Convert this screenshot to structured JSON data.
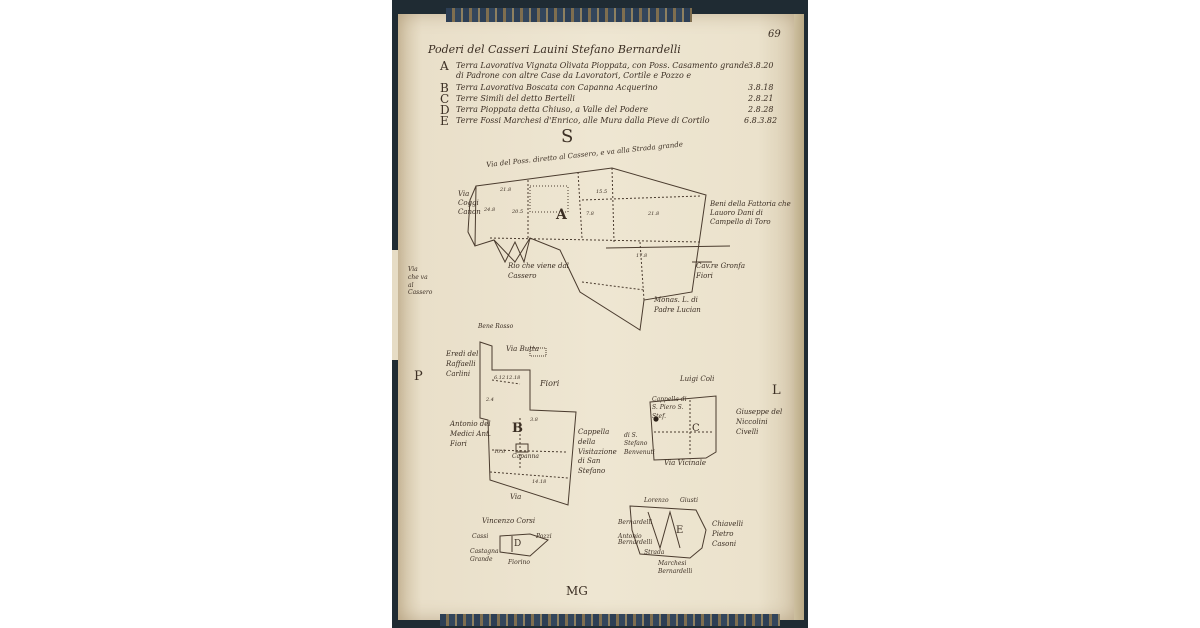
{
  "page_number": "69",
  "title": "Poderi del Casseri Lauini Stefano Bernardelli",
  "legend": [
    {
      "letter": "A",
      "text": "Terra Lavorativa Vignata Olivata Pioppata, con Poss. Casamento grande",
      "amount": "3.8.20"
    },
    {
      "letter": "",
      "text": "di Padrone con altre Case da Lavoratori, Cortile e Pozzo e",
      "amount": ""
    },
    {
      "letter": "B",
      "text": "Terra Lavorativa Boscata con Capanna Acquerino",
      "amount": "3.8.18"
    },
    {
      "letter": "C",
      "text": "Terre Simili del detto Bertelli",
      "amount": "2.8.21"
    },
    {
      "letter": "D",
      "text": "Terra Pioppata detta Chiuso, a Valle del Podere",
      "amount": "2.8.28"
    },
    {
      "letter": "E",
      "text": "Terre Fossi Marchesi d'Enrico, alle Mura dalla Pieve di Cortilo",
      "amount": "6.8.3.82"
    }
  ],
  "compass": {
    "north": "S",
    "south": "MG",
    "west": "P",
    "east": "L"
  },
  "labels": {
    "road_top": "Via del Poss. diretto al Cassero, e va alla Strada grande",
    "right_top": "Beni della Fattoria che Lauoro Dani di Campello di Toro",
    "left_top": "Via Coggi Canon",
    "rio": "Rio che viene dal Cassero",
    "maria": "Cav.re Gronfa Fiori",
    "monas": "Monas. L. di Padre Lucian",
    "side_left": "Via che va al Cassero",
    "b_top": "Via Butta",
    "b_left_top": "Bene Rosso",
    "b_left": "Eredi del Raffaelli Carlini",
    "fiori": "Fiori",
    "anton": "Antonio del Medici Ant. Fiori",
    "capanna": "Capanna",
    "cappella": "Cappella della Visitazione di San Stefano",
    "via_b": "Via",
    "luigi": "Luigi Coli",
    "cappella_c": "Cappella di S. Piero S. Stef.",
    "sbaldi": "di S. Stefano Benvenuti",
    "vicinale": "Via Vicinale",
    "right_c": "Giuseppe del Niccolini Civelli",
    "vincenzo": "Vincenzo Corsi",
    "cassi": "Cassi",
    "castagna": "Castagna Grande",
    "pozzi": "Pozzi",
    "fiorino": "Fiorino",
    "lorenzo": "Lorenzo",
    "giusti": "Giusti",
    "bernardelli": "Bernardelli",
    "antonio_e": "Antonio Bernardelli",
    "chiavelli": "Chiavelli Pietro Casoni",
    "marchesi": "Marchesi Bernardelli",
    "sotto": "Strada"
  },
  "parcels": {
    "a": "A",
    "b": "B",
    "c": "C",
    "d": "D",
    "e": "E"
  },
  "measures": [
    "21.8",
    "20.5",
    "15.5",
    "7.8",
    "24.8",
    "21.8",
    "17.8",
    "6.12",
    "12.18",
    "2.4",
    "3.8",
    "10.6",
    "14.18"
  ]
}
